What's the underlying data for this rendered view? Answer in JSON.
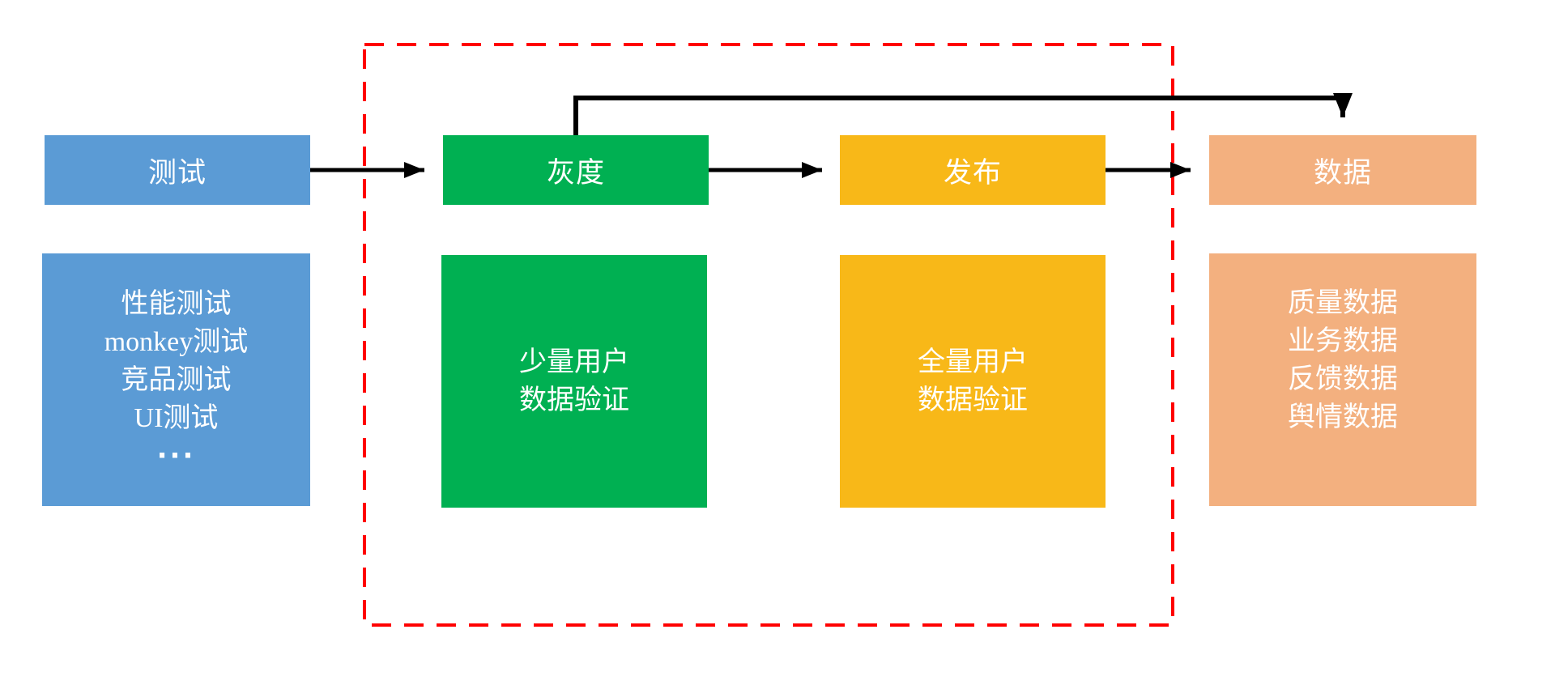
{
  "diagram": {
    "title": "release-pipeline-flowchart",
    "background_color": "#FFFFFF",
    "arrow_color": "#000000",
    "highlight_border_color": "#FF0000",
    "stages": [
      {
        "id": "test",
        "label": "测试",
        "color": "#5B9BD5",
        "details": [
          "性能测试",
          "monkey测试",
          "竞品测试",
          "UI测试",
          "···"
        ]
      },
      {
        "id": "gray-release",
        "label": "灰度",
        "color": "#00B052",
        "details": [
          "少量用户",
          "数据验证"
        ]
      },
      {
        "id": "release",
        "label": "发布",
        "color": "#F8B818",
        "details": [
          "全量用户",
          "数据验证"
        ]
      },
      {
        "id": "data",
        "label": "数据",
        "color": "#F3B07F",
        "details": [
          "质量数据",
          "业务数据",
          "反馈数据",
          "舆情数据"
        ]
      }
    ],
    "connections": [
      {
        "from": "测试",
        "to": "灰度"
      },
      {
        "from": "灰度",
        "to": "发布"
      },
      {
        "from": "发布",
        "to": "数据"
      },
      {
        "from": "灰度",
        "to": "数据",
        "note": "top feedback line"
      }
    ]
  }
}
